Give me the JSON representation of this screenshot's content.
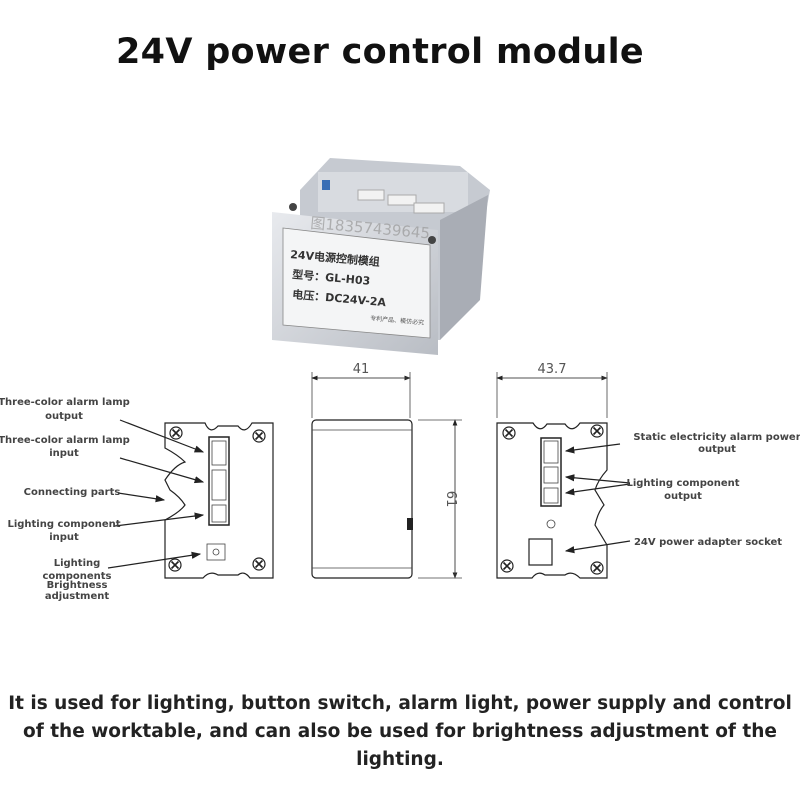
{
  "title": "24V power control module",
  "product_photo": {
    "label_line1": "24V电源控制模组",
    "label_line2": "型号：GL-H03",
    "label_line3": "电压：DC24V-2A",
    "label_footer": "专利产品、模仿必究",
    "watermark": "图18357439645"
  },
  "dimensions": {
    "side_width": "41",
    "height": "61",
    "back_width": "43.7"
  },
  "left_labels": {
    "alarm_output_1": "Three-color alarm lamp",
    "alarm_output_2": "output",
    "alarm_input_1": "Three-color alarm lamp",
    "alarm_input_2": "input",
    "connecting": "Connecting parts",
    "lighting_input_1": "Lighting component",
    "lighting_input_2": "input",
    "brightness_1": "Lighting",
    "brightness_2": "components",
    "brightness_3": "Brightness",
    "brightness_4": "adjustment"
  },
  "right_labels": {
    "static_1": "Static electricity alarm power",
    "static_2": "output",
    "lighting_output_1": "Lighting component",
    "lighting_output_2": "output",
    "adapter": "24V power adapter socket"
  },
  "description": "It is used for lighting, button switch, alarm light, power supply and control of the worktable, and can also be used for brightness adjustment of the lighting."
}
